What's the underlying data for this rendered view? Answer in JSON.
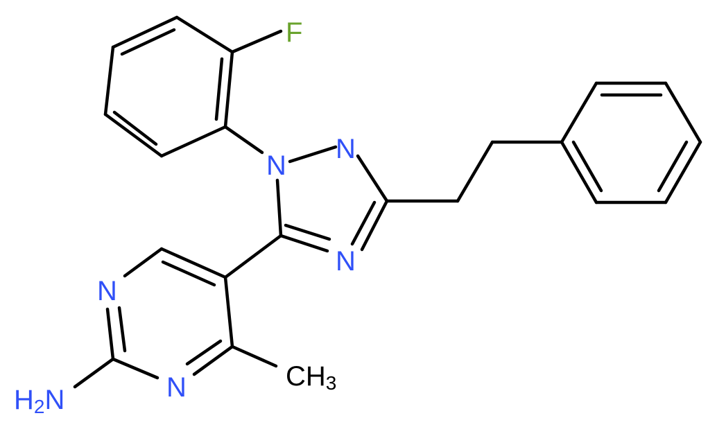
{
  "atoms": {
    "fluorine": "F",
    "n1": "N",
    "n2": "N",
    "n4": "N",
    "pyr_n1": "N",
    "pyr_n3": "N",
    "amine_h": "H",
    "amine_sub": "2",
    "amine_n": "N",
    "methyl_c": "CH",
    "methyl_sub": "3"
  },
  "colors": {
    "bond": "#000000",
    "nitrogen": "#3050F8",
    "fluorine": "#6AA32D",
    "carbon": "#000000"
  }
}
